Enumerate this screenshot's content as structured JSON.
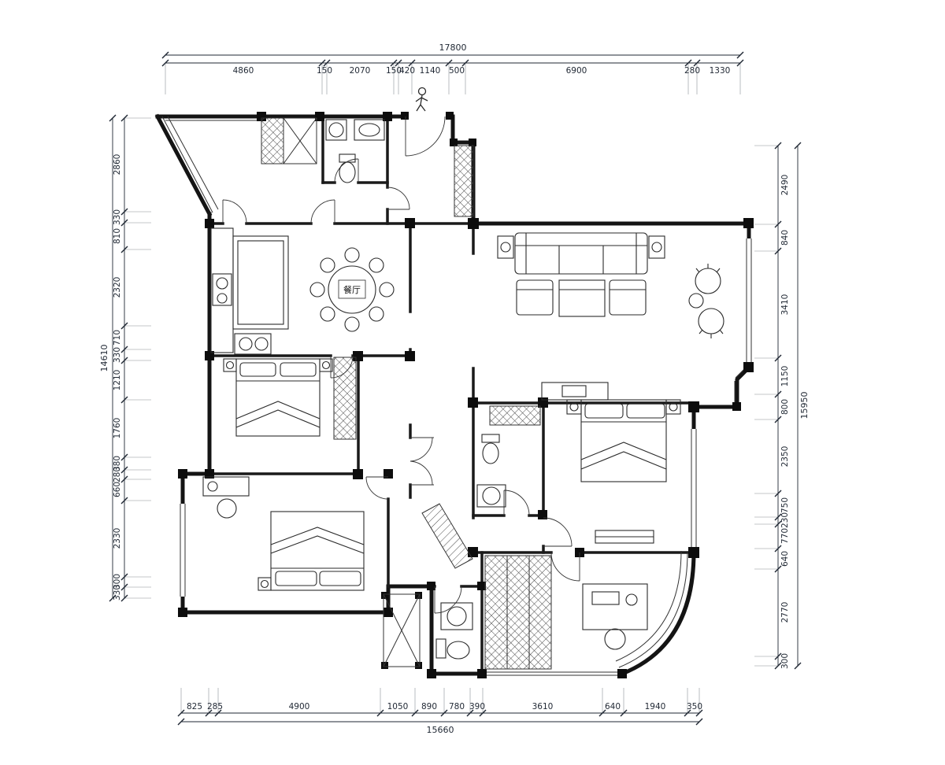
{
  "drawing": {
    "dining_label": "餐厅",
    "dims_top": {
      "total": "17800",
      "segments": [
        "4860",
        "150",
        "2070",
        "150",
        "420",
        "1140",
        "500",
        "6900",
        "280",
        "1330"
      ]
    },
    "dims_bottom": {
      "total": "15660",
      "segments": [
        "825",
        "285",
        "4900",
        "1050",
        "890",
        "780",
        "390",
        "3610",
        "640",
        "1940",
        "350"
      ]
    },
    "dims_left": {
      "total": "14610",
      "segments": [
        "2860",
        "330",
        "810",
        "2320",
        "710",
        "330",
        "1210",
        "1760",
        "380",
        "280",
        "660",
        "2330",
        "300",
        "330"
      ]
    },
    "dims_right": {
      "total": "15950",
      "segments": [
        "2490",
        "840",
        "3410",
        "1150",
        "800",
        "2350",
        "750",
        "230",
        "770",
        "640",
        "2770",
        "300"
      ]
    }
  }
}
